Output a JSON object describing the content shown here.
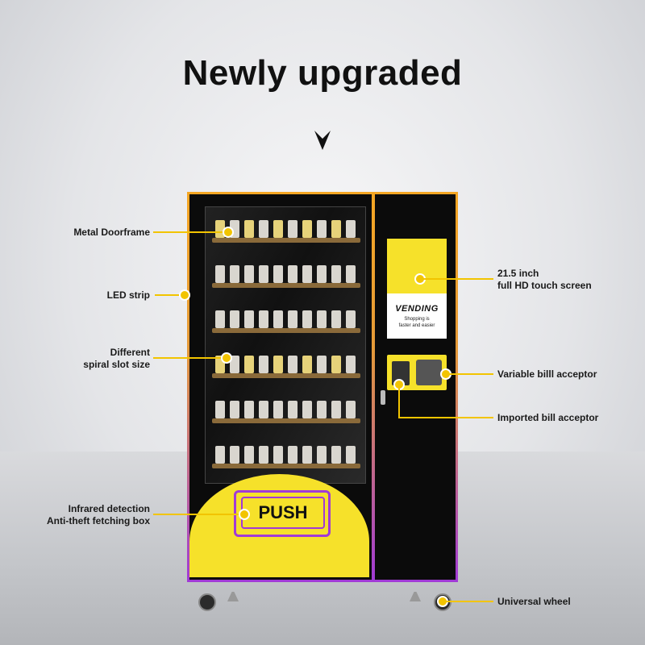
{
  "title": "Newly upgraded",
  "chevron_icon": "chevron-down-icon",
  "push_label": "PUSH",
  "screen": {
    "brand": "VENDING",
    "tagline_line1": "Shopping is",
    "tagline_line2": "faster and easier"
  },
  "labels": {
    "metal_doorframe": "Metal Doorframe",
    "led_strip": "LED strip",
    "spiral_line1": "Different",
    "spiral_line2": "spiral slot size",
    "infrared_line1": "Infrared detection",
    "infrared_line2": "Anti-theft fetching box",
    "touch_line1": "21.5 inch",
    "touch_line2": "full HD touch screen",
    "variable_bill": "Variable billl acceptor",
    "imported_bill": "Imported bill acceptor",
    "universal_wheel": "Universal wheel"
  },
  "colors": {
    "accent_yellow": "#f6e12a",
    "accent_purple": "#a13ad6",
    "frame_orange": "#f5a623"
  }
}
